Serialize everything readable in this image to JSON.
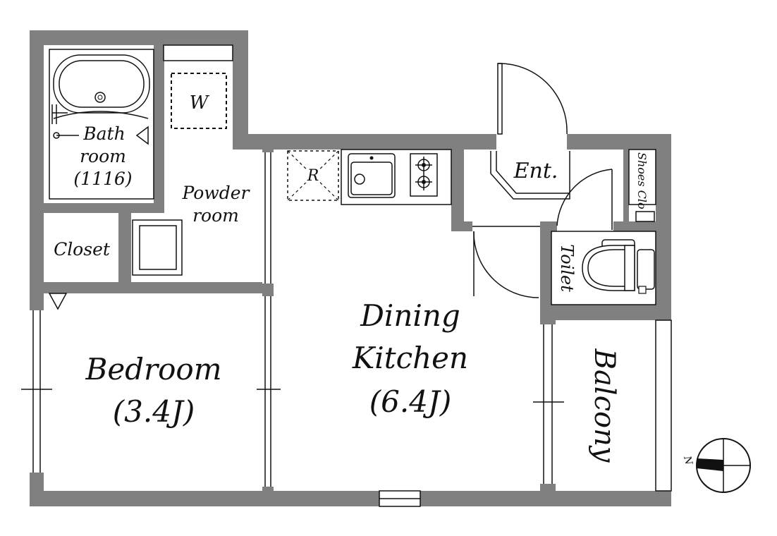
{
  "labels": {
    "w": "W",
    "bath_1": "Bath",
    "bath_2": "room",
    "bath_3": "(1116)",
    "powder_1": "Powder",
    "powder_2": "room",
    "closet": "Closet",
    "r": "R",
    "ent": "Ent.",
    "shoes": "Shoes Clo",
    "toilet": "Toilet",
    "bedroom_1": "Bedroom",
    "bedroom_2": "(3.4J)",
    "dk_1": "Dining",
    "dk_2": "Kitchen",
    "dk_3": "(6.4J)",
    "balcony": "Balcony",
    "north": "N"
  },
  "colors": {
    "wall": "#808080",
    "line": "#111111",
    "background": "#ffffff"
  }
}
